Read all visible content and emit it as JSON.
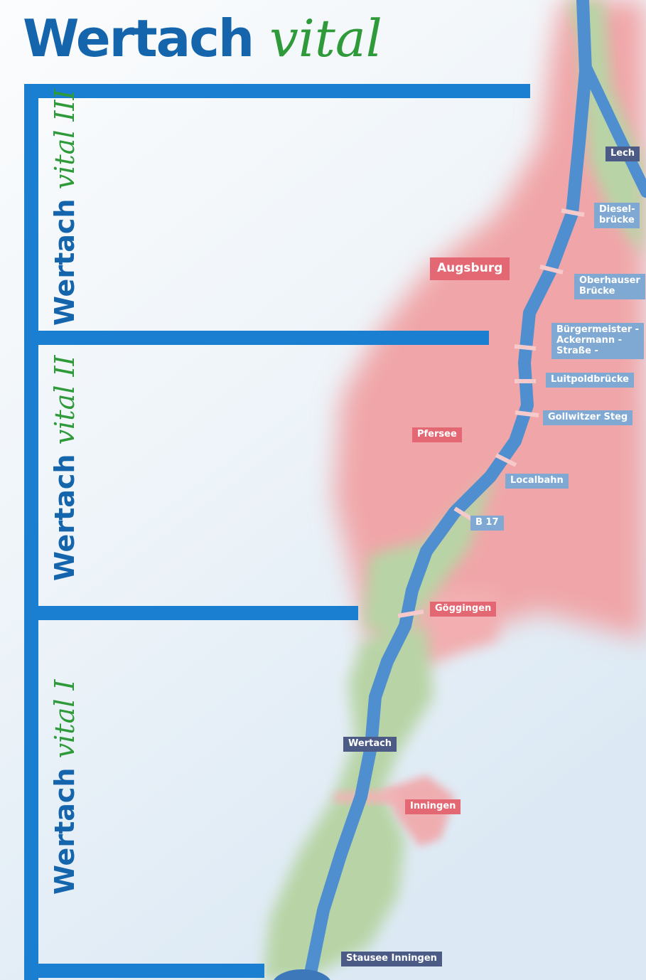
{
  "title": {
    "main": "Wertach",
    "accent": "vital"
  },
  "sections": [
    {
      "main": "Wertach",
      "accent": "vital III"
    },
    {
      "main": "Wertach",
      "accent": "vital II"
    },
    {
      "main": "Wertach",
      "accent": "vital I"
    }
  ],
  "labels": {
    "lech": "Lech",
    "dieselbruecke": "Diesel-\nbrücke",
    "augsburg": "Augsburg",
    "oberhauser": "Oberhauser\nBrücke",
    "buergermeister": "Bürgermeister -\nAckermann -\nStraße -",
    "luitpold": "Luitpoldbrücke",
    "gollwitzer": "Gollwitzer Steg",
    "pfersee": "Pfersee",
    "localbahn": "Localbahn",
    "b17": "B 17",
    "goeggingen": "Göggingen",
    "wertach": "Wertach",
    "inningen": "Inningen",
    "stausee": "Stausee Inningen"
  },
  "colors": {
    "frame_blue": "#1a7fd1",
    "river_blue": "#4f8fd0",
    "urban_red": "#f0a6a8",
    "green": "#b8d4a6",
    "title_blue": "#1565ac",
    "accent_green": "#2e9a3a"
  }
}
